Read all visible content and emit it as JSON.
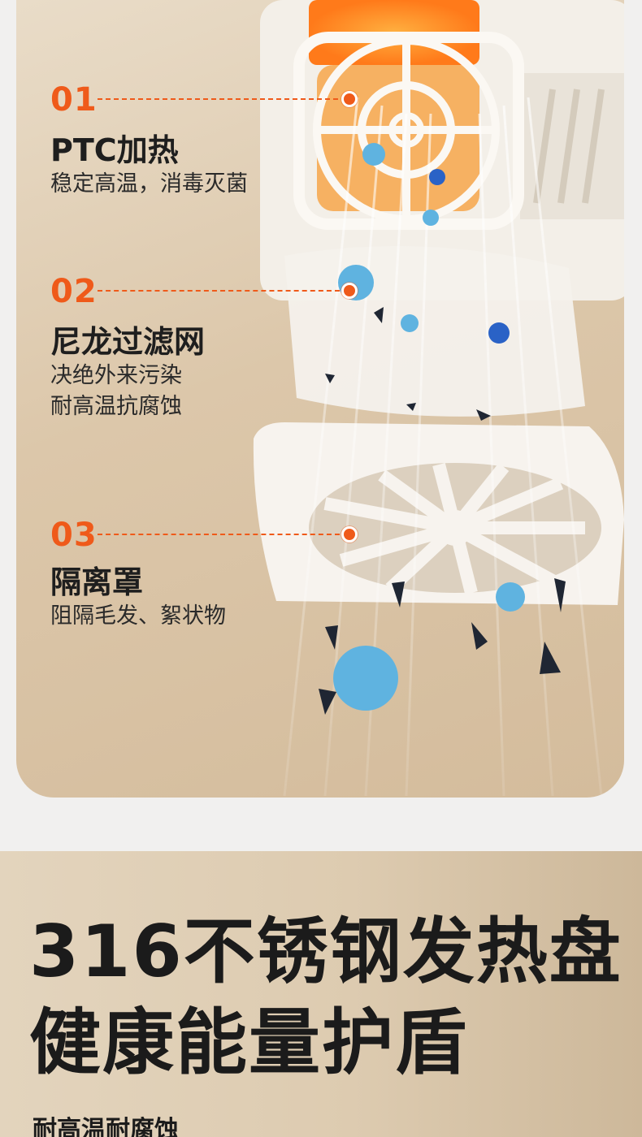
{
  "features": [
    {
      "number": "01",
      "title": "PTC加热",
      "desc": [
        "稳定高温，消毒灭菌"
      ]
    },
    {
      "number": "02",
      "title": "尼龙过滤网",
      "desc": [
        "决绝外来污染",
        "耐高温抗腐蚀"
      ]
    },
    {
      "number": "03",
      "title": "隔离罩",
      "desc": [
        "阻隔毛发、絮状物"
      ]
    }
  ],
  "banner": {
    "headline_line1": "316不锈钢发热盘",
    "headline_line2": "健康能量护盾",
    "subline": "耐高温耐腐蚀"
  },
  "colors": {
    "accent": "#ef5a1a",
    "virus": "#5fb3e0"
  }
}
